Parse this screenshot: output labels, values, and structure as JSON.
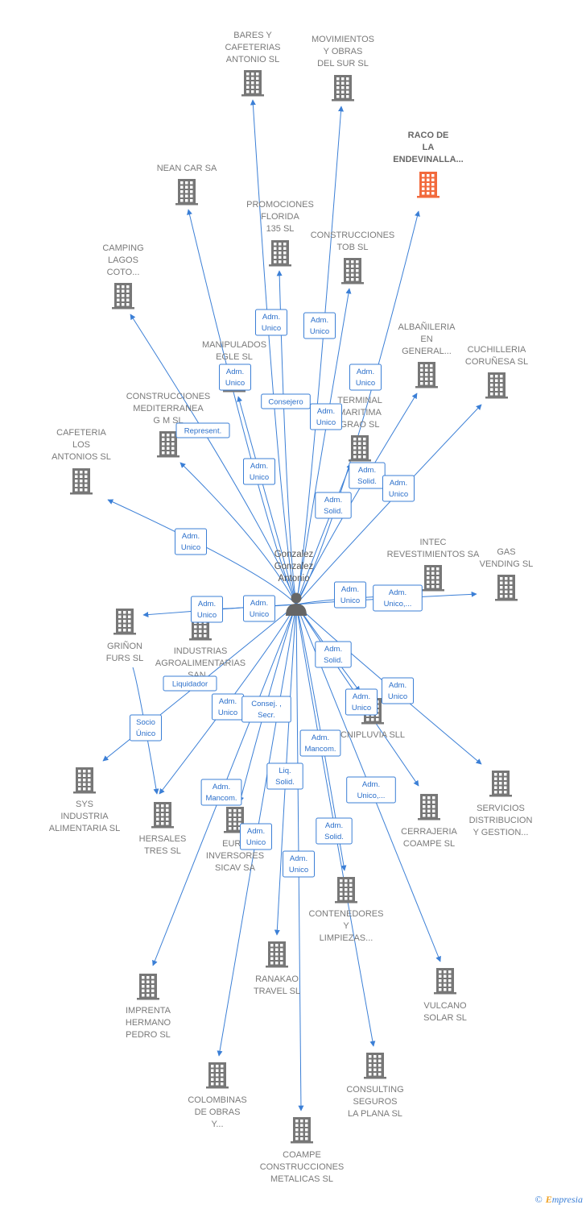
{
  "colors": {
    "edge": "#3b7fd6",
    "building": "#777777",
    "building_highlight": "#f26a3d",
    "person": "#666666"
  },
  "brand": {
    "symbol": "©",
    "initial": "E",
    "name": "mpresia"
  },
  "center": {
    "name_lines": [
      "Gonzalez",
      "Gonzalez",
      "Antonio"
    ],
    "icon": "person-icon"
  },
  "companies": [
    {
      "id": "bares",
      "lines": [
        "BARES Y",
        "CAFETERIAS",
        "ANTONIO SL"
      ]
    },
    {
      "id": "movimientos",
      "lines": [
        "MOVIMIENTOS",
        "Y OBRAS",
        "DEL SUR SL"
      ]
    },
    {
      "id": "raco",
      "lines": [
        "RACO DE",
        "LA",
        "ENDEVINALLA..."
      ],
      "highlight": true
    },
    {
      "id": "nean",
      "lines": [
        "NEAN CAR SA"
      ]
    },
    {
      "id": "promociones",
      "lines": [
        "PROMOCIONES",
        "FLORIDA",
        "135  SL"
      ]
    },
    {
      "id": "construcciones_tob",
      "lines": [
        "CONSTRUCCIONES",
        "TOB SL"
      ]
    },
    {
      "id": "camping",
      "lines": [
        "CAMPING",
        "LAGOS",
        "COTO..."
      ]
    },
    {
      "id": "albanileria",
      "lines": [
        "ALBAÑILERIA",
        "EN",
        "GENERAL..."
      ]
    },
    {
      "id": "cuchilleria",
      "lines": [
        "CUCHILLERIA",
        "CORUÑESA SL"
      ]
    },
    {
      "id": "manipulados",
      "lines": [
        "MANIPULADOS",
        "EGLE SL"
      ]
    },
    {
      "id": "construcciones_med",
      "lines": [
        "CONSTRUCCIONES",
        "MEDITERRANEA",
        "G M SL"
      ]
    },
    {
      "id": "terminal",
      "lines": [
        "TERMINAL",
        "MARITIMA",
        "GRAO SL"
      ]
    },
    {
      "id": "cafeteria",
      "lines": [
        "CAFETERIA",
        "LOS",
        "ANTONIOS SL"
      ]
    },
    {
      "id": "intec",
      "lines": [
        "INTEC",
        "REVESTIMIENTOS SA"
      ]
    },
    {
      "id": "gas",
      "lines": [
        "GAS",
        "VENDING SL"
      ]
    },
    {
      "id": "grinon",
      "lines": [
        "GRIÑON",
        "FURS SL"
      ]
    },
    {
      "id": "industrias",
      "lines": [
        "INDUSTRIAS",
        "AGROALIMENTARIAS",
        "SAN..."
      ]
    },
    {
      "id": "cnipluvia",
      "lines": [
        "CNIPLUVIA SLL"
      ]
    },
    {
      "id": "sys",
      "lines": [
        "SYS",
        "INDUSTRIA",
        "ALIMENTARIA SL"
      ]
    },
    {
      "id": "hersales",
      "lines": [
        "HERSALES",
        "TRES SL"
      ]
    },
    {
      "id": "euro",
      "lines": [
        "EURO",
        "INVERSORES",
        "SICAV SA"
      ]
    },
    {
      "id": "cerrajeria",
      "lines": [
        "CERRAJERIA",
        "COAMPE SL"
      ]
    },
    {
      "id": "servicios",
      "lines": [
        "SERVICIOS",
        "DISTRIBUCION",
        "Y GESTION..."
      ]
    },
    {
      "id": "contenedores",
      "lines": [
        "CONTENEDORES",
        "Y",
        "LIMPIEZAS..."
      ]
    },
    {
      "id": "ranakao",
      "lines": [
        "RANAKAO",
        "TRAVEL SL"
      ]
    },
    {
      "id": "vulcano",
      "lines": [
        "VULCANO",
        "SOLAR SL"
      ]
    },
    {
      "id": "imprenta",
      "lines": [
        "IMPRENTA",
        "HERMANO",
        "PEDRO SL"
      ]
    },
    {
      "id": "colombinas",
      "lines": [
        "COLOMBINAS",
        "DE OBRAS",
        "Y..."
      ]
    },
    {
      "id": "consulting",
      "lines": [
        "CONSULTING",
        "SEGUROS",
        "LA PLANA SL"
      ]
    },
    {
      "id": "coampe",
      "lines": [
        "COAMPE",
        "CONSTRUCCIONES",
        "METALICAS SL"
      ]
    }
  ],
  "relations": [
    {
      "target": "bares",
      "lines": [
        "Adm.",
        "Unico"
      ]
    },
    {
      "target": "movimientos",
      "lines": [
        "Adm.",
        "Unico"
      ]
    },
    {
      "target": "raco",
      "lines": [
        "Adm.",
        "Unico"
      ]
    },
    {
      "target": "nean",
      "lines": [
        "Adm.",
        "Unico"
      ]
    },
    {
      "target": "promociones",
      "lines": [
        "Consejero"
      ]
    },
    {
      "target": "construcciones_tob",
      "lines": [
        "Adm.",
        "Unico"
      ]
    },
    {
      "target": "camping",
      "lines": [
        "Adm.",
        "Unico"
      ]
    },
    {
      "target": "albanileria",
      "lines": [
        "Adm.",
        "Solid."
      ]
    },
    {
      "target": "cuchilleria",
      "lines": [
        "Adm.",
        "Unico"
      ]
    },
    {
      "target": "manipulados",
      "lines": [
        "Adm.",
        "Unico"
      ]
    },
    {
      "target": "construcciones_med",
      "lines": [
        "Represent."
      ]
    },
    {
      "target": "terminal",
      "lines": [
        "Adm.",
        "Solid."
      ]
    },
    {
      "target": "cafeteria",
      "lines": [
        "Adm.",
        "Unico"
      ]
    },
    {
      "target": "intec",
      "lines": [
        "Adm.",
        "Unico"
      ]
    },
    {
      "target": "gas",
      "lines": [
        "Adm.",
        "Unico,..."
      ]
    },
    {
      "target": "grinon",
      "lines": [
        "Adm.",
        "Unico"
      ]
    },
    {
      "target": "industrias",
      "lines": [
        "Adm.",
        "Unico"
      ]
    },
    {
      "target": "cnipluvia",
      "lines": [
        "Adm.",
        "Solid."
      ]
    },
    {
      "target": "sys",
      "lines": [
        "Liquidador"
      ]
    },
    {
      "target": "hersales",
      "lines": [
        "Adm.",
        "Unico"
      ]
    },
    {
      "target": "hersales",
      "lines": [
        "Socio",
        "Único"
      ]
    },
    {
      "target": "euro",
      "lines": [
        "Consej. ,",
        "Secr."
      ]
    },
    {
      "target": "cerrajeria",
      "lines": [
        "Adm.",
        "Unico"
      ]
    },
    {
      "target": "servicios",
      "lines": [
        "Adm.",
        "Unico"
      ]
    },
    {
      "target": "contenedores",
      "lines": [
        "Adm.",
        "Mancom."
      ]
    },
    {
      "target": "ranakao",
      "lines": [
        "Liq.",
        "Solid."
      ]
    },
    {
      "target": "vulcano",
      "lines": [
        "Adm.",
        "Unico,..."
      ]
    },
    {
      "target": "imprenta",
      "lines": [
        "Adm.",
        "Mancom."
      ]
    },
    {
      "target": "colombinas",
      "lines": [
        "Adm.",
        "Unico"
      ]
    },
    {
      "target": "consulting",
      "lines": [
        "Adm.",
        "Solid."
      ]
    },
    {
      "target": "coampe",
      "lines": [
        "Adm.",
        "Unico"
      ]
    }
  ]
}
